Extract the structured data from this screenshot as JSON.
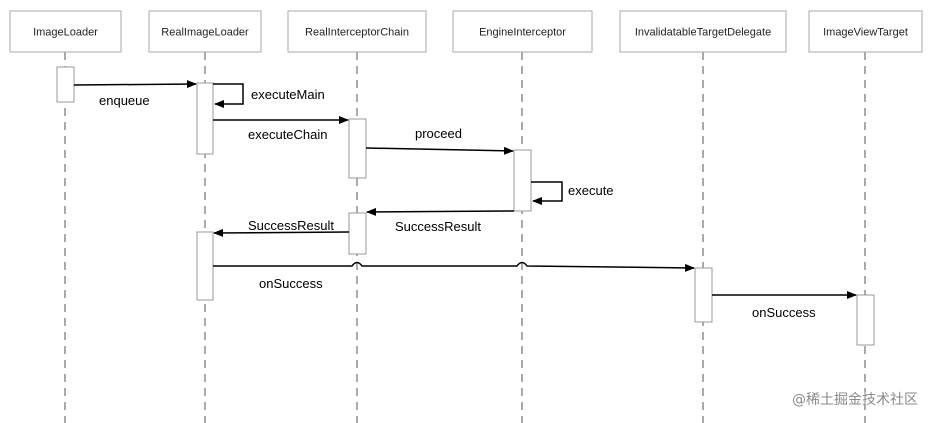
{
  "participants": [
    {
      "id": "imageloader",
      "label": "ImageLoader"
    },
    {
      "id": "realimageloader",
      "label": "RealImageLoader"
    },
    {
      "id": "realinterceptorchain",
      "label": "RealInterceptorChain"
    },
    {
      "id": "engineinterceptor",
      "label": "EngineInterceptor"
    },
    {
      "id": "invalidatable",
      "label": "InvalidatableTargetDelegate"
    },
    {
      "id": "imageviewtarget",
      "label": "ImageViewTarget"
    }
  ],
  "messages": {
    "enqueue": "enqueue",
    "executeMain": "executeMain",
    "executeChain": "executeChain",
    "proceed": "proceed",
    "execute": "execute",
    "successResultEngine": "SuccessResult",
    "successResultChain": "SuccessResult",
    "onSuccessDelegate": "onSuccess",
    "onSuccessTarget": "onSuccess"
  },
  "watermark": "@稀土掘金技术社区"
}
